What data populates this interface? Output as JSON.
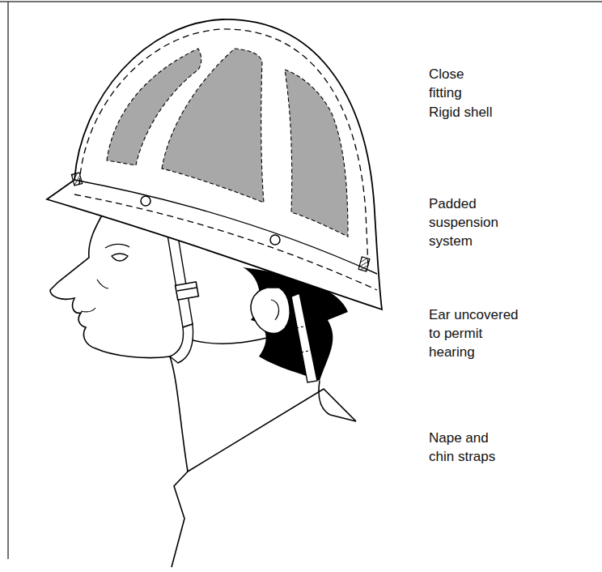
{
  "diagram": {
    "labels": [
      "Close fitting",
      "Rigid shell",
      "Padded suspension system",
      "Ear uncovered to permit hearing",
      "Nape and chin straps"
    ]
  }
}
